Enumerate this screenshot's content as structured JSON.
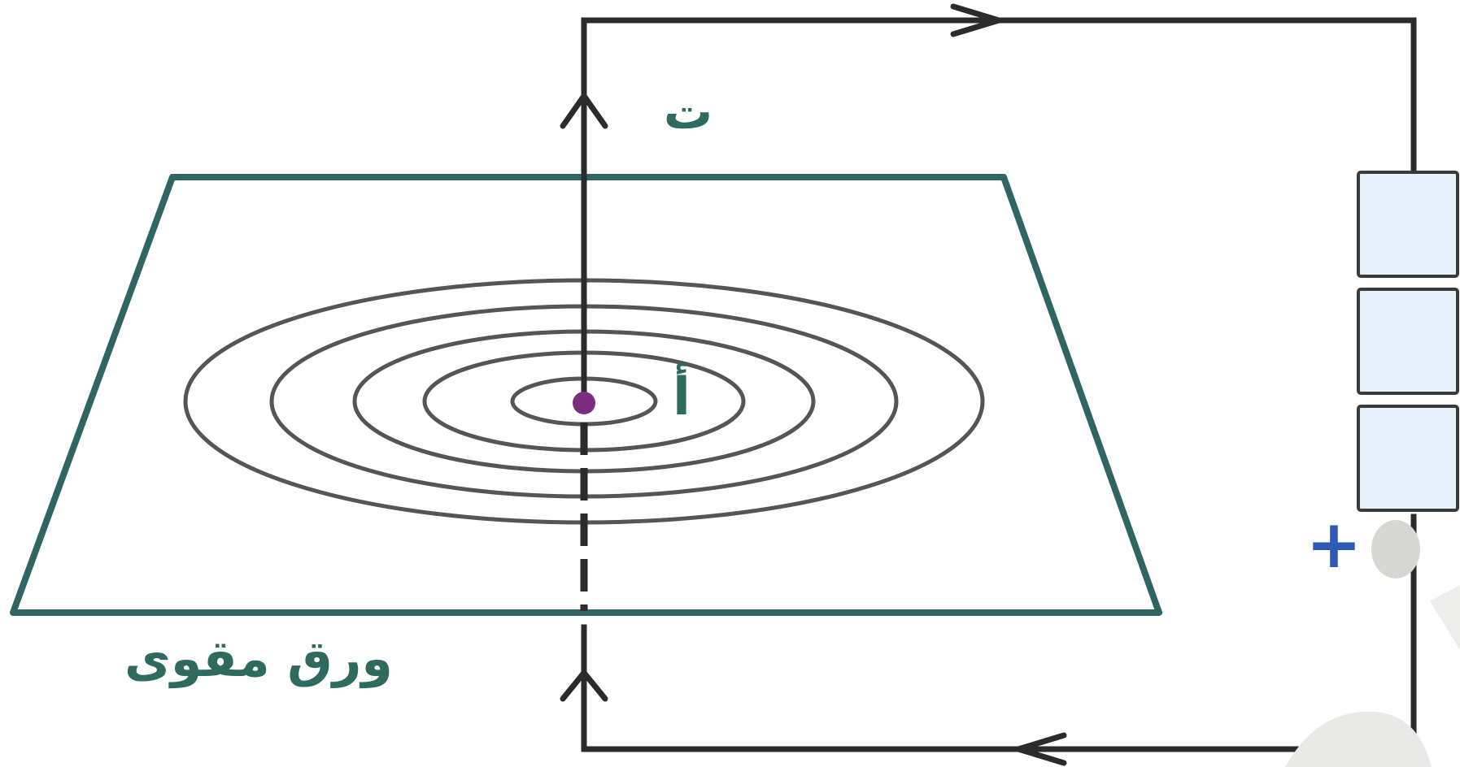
{
  "labels": {
    "current": "ت",
    "point": "أ",
    "cardboard": "ورق مقوى",
    "positive_terminal": "+"
  },
  "colors": {
    "card_edge": "#2f6565",
    "label_green": "#2e6b5e",
    "wire": "#2b2b2b",
    "field_lines": "#555555",
    "point_marker": "#7b2d7e",
    "plus_sign": "#2f59b5",
    "battery_cell_fill": "#e6f0fb"
  },
  "icons": {
    "arrows": "arrow-icon",
    "battery": "battery-icon",
    "point": "point-marker-icon"
  }
}
